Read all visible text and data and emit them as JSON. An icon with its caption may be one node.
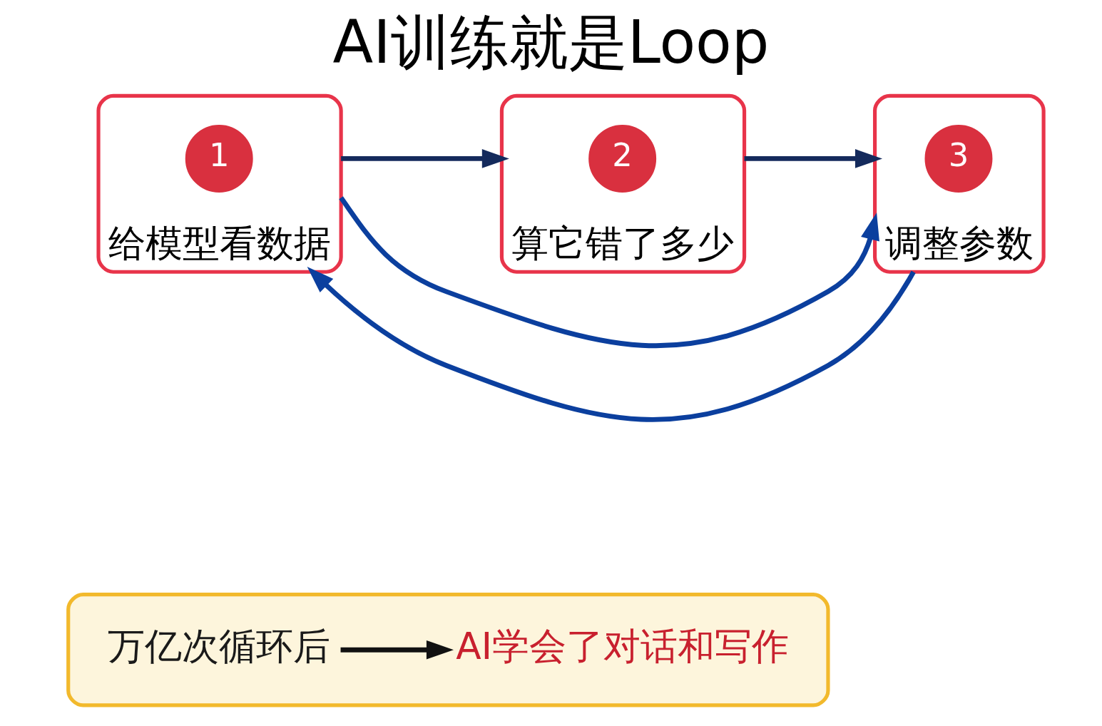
{
  "diagram": {
    "title": "AI训练就是Loop",
    "nodes": [
      {
        "text": [
          "给模型看数据"
        ]
      },
      {
        "text": [
          "1"
        ],
        "in": 0
      },
      {
        "text": [
          "算它错了多少"
        ]
      },
      {
        "text": [
          "2"
        ],
        "in": 2
      },
      {
        "text": [
          "调整参数"
        ]
      },
      {
        "text": [
          "3"
        ],
        "in": 4
      },
      {
        "text": [],
        "shape": "box"
      },
      {
        "text": [
          "万亿次循环后"
        ],
        "in": 6
      },
      {
        "text": [
          "AI学会了对话和写作"
        ],
        "in": 6
      }
    ],
    "edges": [
      {
        "from": 0,
        "to": 2,
        "arrow": "to"
      },
      {
        "from": 2,
        "to": 4,
        "arrow": "to"
      },
      {
        "from": 0,
        "to": 4,
        "arrow": "to",
        "color": "#0b3f9e"
      },
      {
        "from": 4,
        "to": 0,
        "arrow": "to",
        "color": "#0b3f9e"
      },
      {
        "from": 7,
        "to": 8,
        "arrow": "to",
        "color": "#111111"
      }
    ]
  }
}
